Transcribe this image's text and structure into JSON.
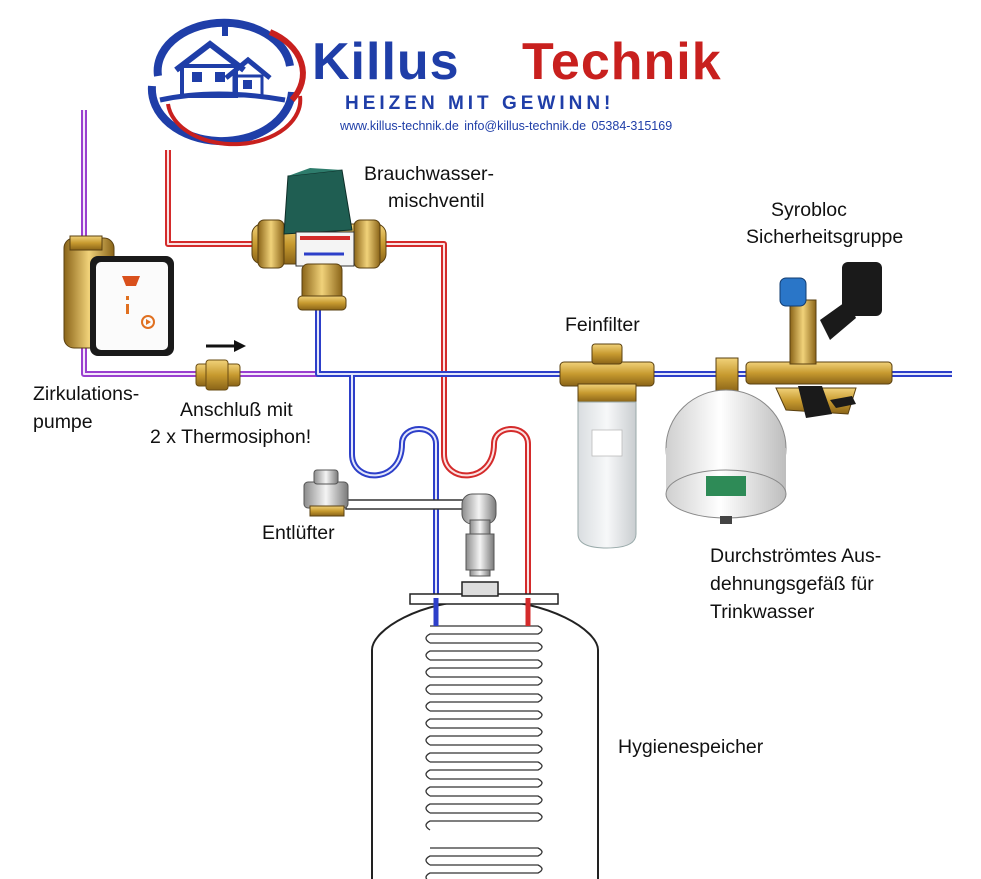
{
  "logo": {
    "brand_first": "Killus",
    "brand_second": "Technik",
    "slogan": "HEIZEN MIT GEWINN!",
    "contact": "www.killus-technik.de  info@killus-technik.de  05384-315169",
    "color_blue": "#1f3ea8",
    "color_red": "#c8201e"
  },
  "labels": {
    "mixer_line1": "Brauchwasser-",
    "mixer_line2": "mischventil",
    "syrobloc_line1": "Syrobloc",
    "syrobloc_line2": "Sicherheitsgruppe",
    "filter": "Feinfilter",
    "pump_line1": "Zirkulations-",
    "pump_line2": "pumpe",
    "connection_line1": "Anschluß mit",
    "connection_line2": "2 x Thermosiphon!",
    "vent": "Entlüfter",
    "vessel_line1": "Durchströmtes Aus-",
    "vessel_line2": "dehnungsgefäß für",
    "vessel_line3": "Trinkwasser",
    "tank": "Hygienespeicher"
  },
  "pipe_colors": {
    "hot": "#d42b2b",
    "cold": "#2d3fc9",
    "circulation": "#9a3fcf"
  },
  "icons": {
    "logo": "house-logo-icon",
    "pump": "circulation-pump-icon",
    "valve": "thermostatic-mixing-valve-icon",
    "check_valve": "check-valve-icon",
    "filter": "fine-filter-icon",
    "safety_group": "safety-group-icon",
    "expansion_vessel": "expansion-vessel-icon",
    "vent": "air-vent-icon",
    "tank": "storage-tank-icon"
  }
}
